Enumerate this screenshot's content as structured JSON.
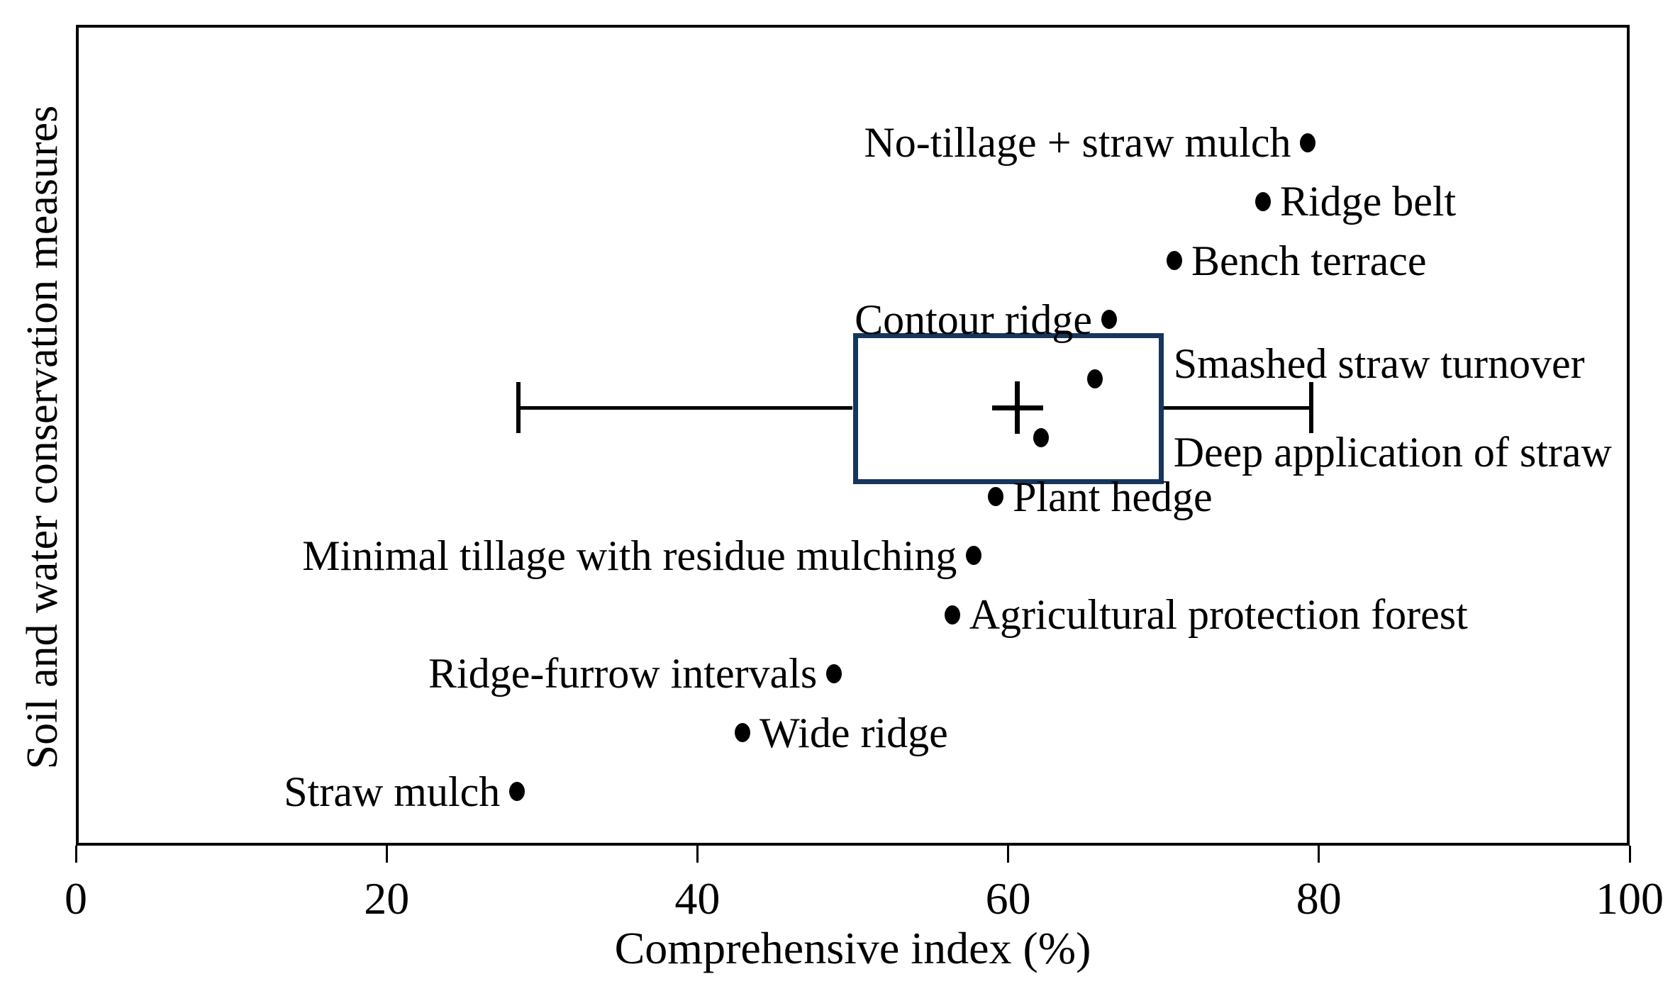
{
  "chart_data": {
    "type": "scatter",
    "title": "",
    "xlabel": "Comprehensive index (%)",
    "ylabel": "Soil and water conservation measures",
    "xlim": [
      0,
      100
    ],
    "x_ticks": [
      0,
      20,
      40,
      60,
      80,
      100
    ],
    "grid": false,
    "legend": "none",
    "marker_color": "#000000",
    "points": [
      {
        "label": "No-tillage + straw mulch",
        "value": 79.3,
        "label_side": "left",
        "label_dy": 0
      },
      {
        "label": "Ridge belt",
        "value": 76.4,
        "label_side": "right",
        "label_dy": 0
      },
      {
        "label": "Bench terrace",
        "value": 70.7,
        "label_side": "right",
        "label_dy": 0
      },
      {
        "label": "Contour ridge",
        "value": 66.5,
        "label_side": "left",
        "label_dy": 0
      },
      {
        "label": "Smashed straw turnover",
        "value": 65.6,
        "label_side": "box-right",
        "label_dy": -21
      },
      {
        "label": "Deep application of straw",
        "value": 62.1,
        "label_side": "box-right",
        "label_dy": 21
      },
      {
        "label": "Plant hedge",
        "value": 59.2,
        "label_side": "right",
        "label_dy": 0
      },
      {
        "label": "Minimal tillage with residue mulching",
        "value": 57.8,
        "label_side": "left",
        "label_dy": 0
      },
      {
        "label": "Agricultural protection forest",
        "value": 56.4,
        "label_side": "right",
        "label_dy": 0
      },
      {
        "label": "Ridge-furrow intervals",
        "value": 48.8,
        "label_side": "left",
        "label_dy": 0
      },
      {
        "label": "Wide ridge",
        "value": 42.9,
        "label_side": "right",
        "label_dy": 0
      },
      {
        "label": "Straw mulch",
        "value": 28.4,
        "label_side": "left",
        "label_dy": 0
      }
    ],
    "boxplot": {
      "min": 28.5,
      "q1": 50.0,
      "mean": 60.6,
      "q3": 70.0,
      "max": 79.5,
      "box_border_color": "#17365D",
      "whisker_color": "#000000",
      "mean_marker": "plus"
    }
  }
}
